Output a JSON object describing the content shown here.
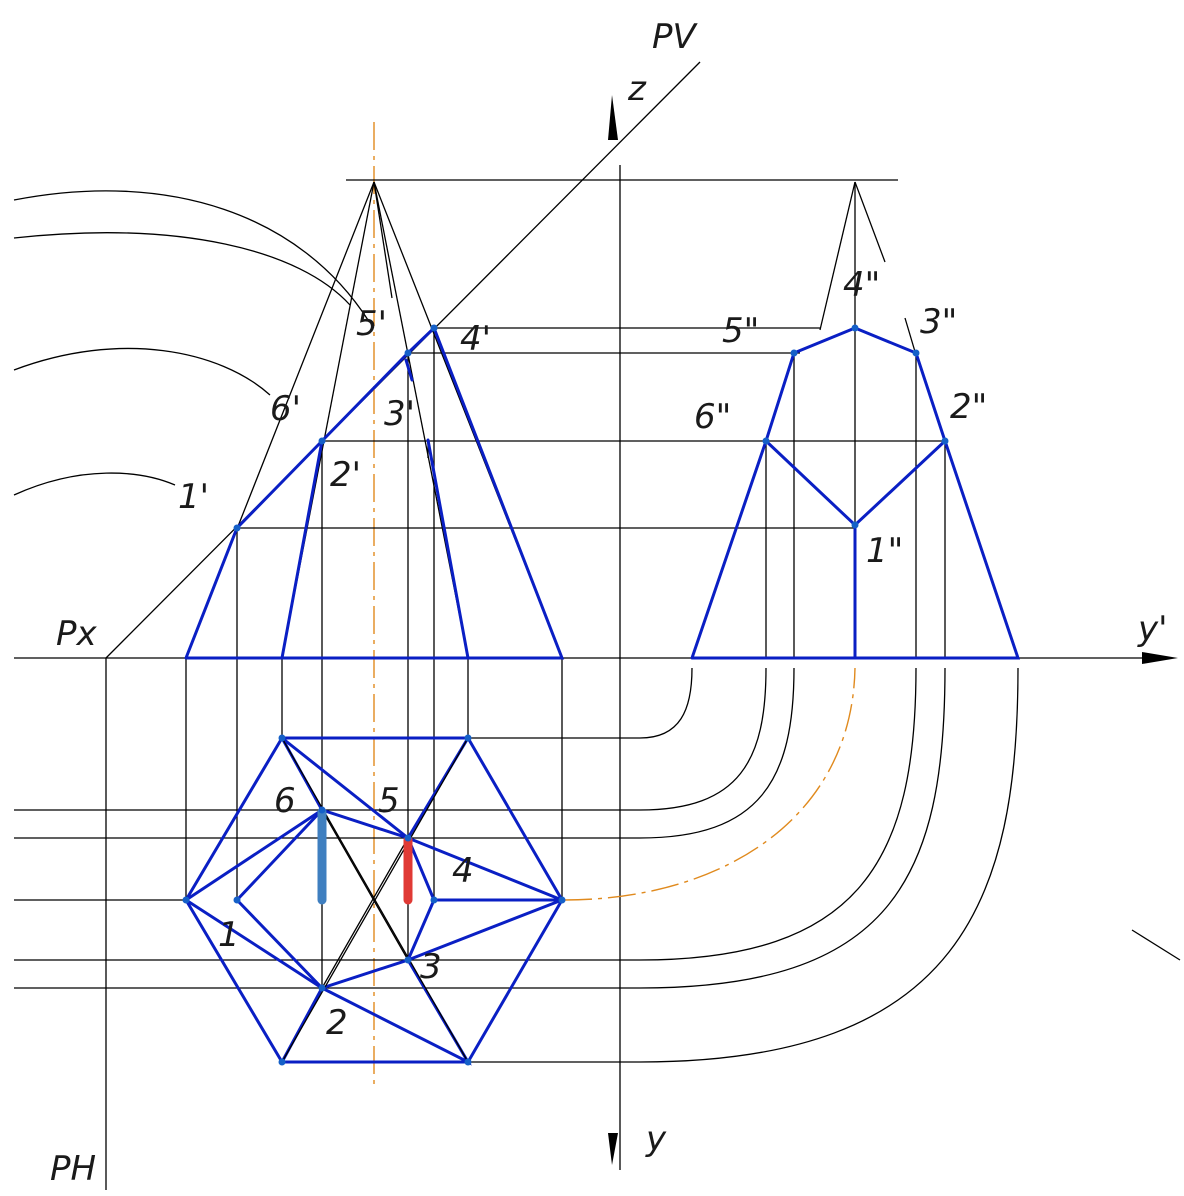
{
  "labels": {
    "pv": "PV",
    "px": "Px",
    "ph": "PH",
    "z": "z",
    "y": "y",
    "y_prime": "y'",
    "p1": "1'",
    "p2": "2'",
    "p3": "3'",
    "p4": "4'",
    "p5": "5'",
    "p6": "6'",
    "pp1": "1\"",
    "pp2": "2\"",
    "pp3": "3\"",
    "pp4": "4\"",
    "pp5": "5\"",
    "pp6": "6\"",
    "h1": "1",
    "h2": "2",
    "h3": "3",
    "h4": "4",
    "h5": "5",
    "h6": "6"
  },
  "colors": {
    "section_outline": "#0a1fc4",
    "construction_lines": "#000000",
    "axis_of_symmetry": "#e08a1e",
    "highlight_blue": "#3f7fc0",
    "highlight_red": "#e03a35"
  }
}
